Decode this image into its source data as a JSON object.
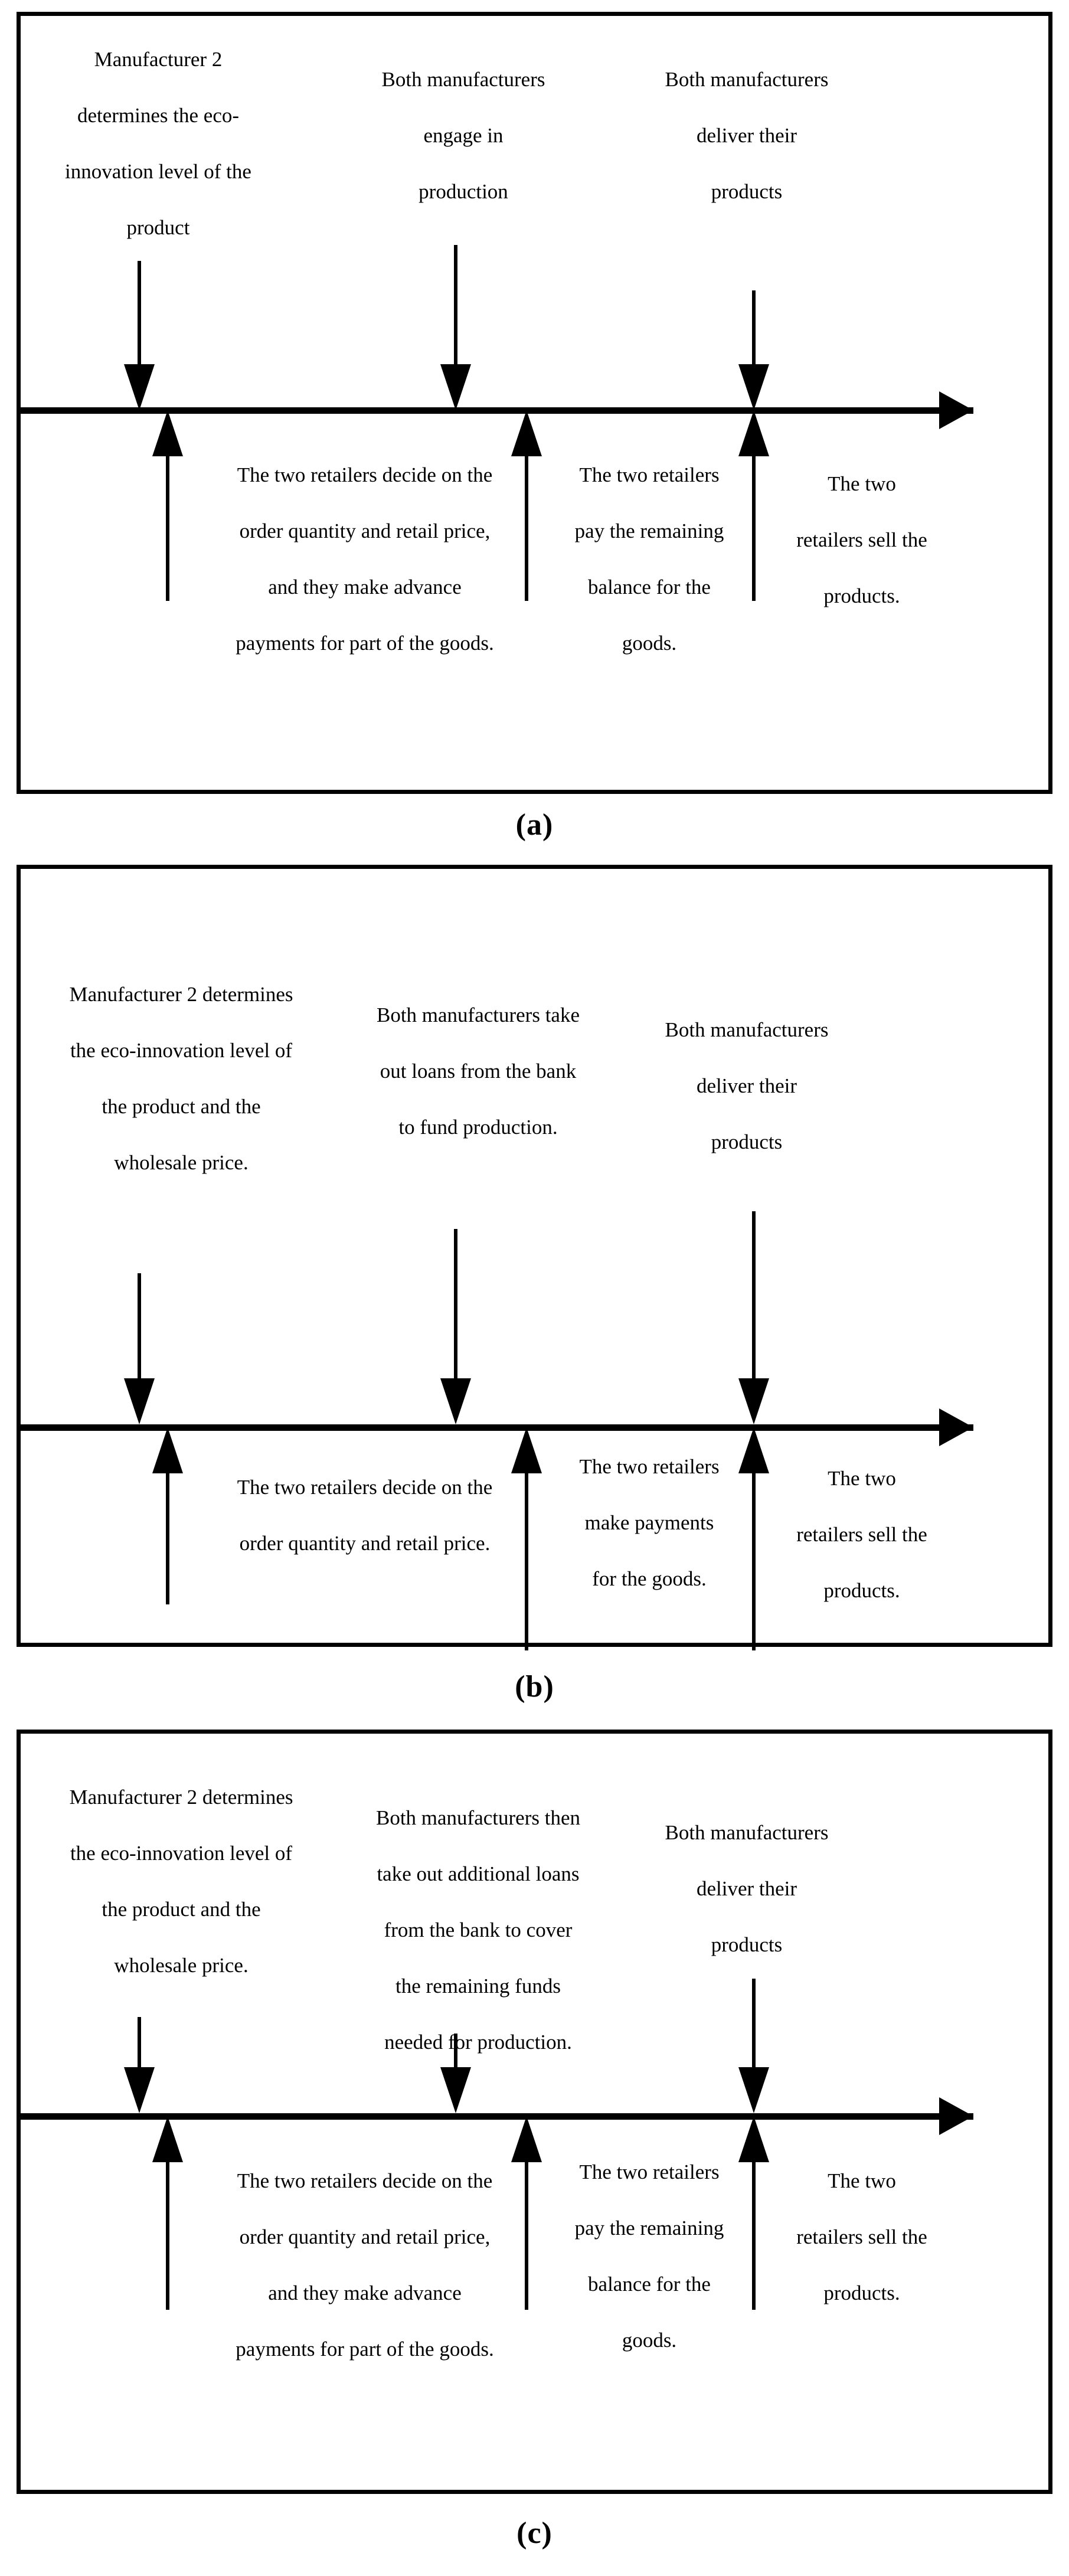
{
  "figure": {
    "panels": [
      {
        "id": "a",
        "caption": "(a)",
        "above_labels": [
          "Manufacturer 2\ndetermines the eco-\ninnovation level of the\nproduct",
          "Both manufacturers\nengage in\nproduction",
          "Both manufacturers\ndeliver their\nproducts"
        ],
        "below_labels": [
          "The two retailers decide on the\norder quantity and retail price,\nand they make advance\npayments for part of the goods.",
          "The two retailers\npay the remaining\nbalance for the\ngoods.",
          "The two\nretailers sell the\nproducts."
        ]
      },
      {
        "id": "b",
        "caption": "(b)",
        "above_labels": [
          "Manufacturer 2 determines\nthe eco-innovation level of\nthe product and the\nwholesale price.",
          "Both manufacturers take\nout loans from the bank\nto fund production.",
          "Both manufacturers\ndeliver their\nproducts"
        ],
        "below_labels": [
          "The two retailers decide on the\norder quantity and retail price.",
          "The two retailers\nmake payments\nfor the goods.",
          "The two\nretailers sell the\nproducts."
        ]
      },
      {
        "id": "c",
        "caption": "(c)",
        "above_labels": [
          "Manufacturer 2 determines\nthe eco-innovation level of\nthe product and the\nwholesale price.",
          "Both manufacturers then\ntake out additional loans\nfrom the bank to cover\nthe remaining funds\nneeded for production.",
          "Both manufacturers\ndeliver their\nproducts"
        ],
        "below_labels": [
          "The two retailers decide on the\norder quantity and retail price,\nand they make advance\npayments for part of the goods.",
          "The two retailers\npay the remaining\nbalance for the\ngoods.",
          "The two\nretailers sell the\nproducts."
        ]
      }
    ],
    "colors": {
      "ink": "#000000",
      "paper": "#ffffff"
    }
  }
}
